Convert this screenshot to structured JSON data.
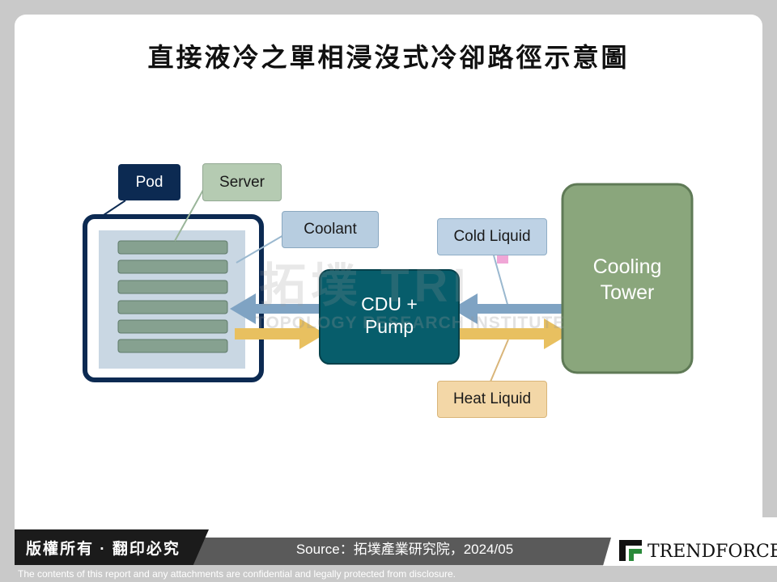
{
  "title": "直接液冷之單相浸沒式冷卻路徑示意圖",
  "diagram": {
    "pod": "Pod",
    "server": "Server",
    "coolant": "Coolant",
    "cdu_line1": "CDU +",
    "cdu_line2": "Pump",
    "tower_line1": "Cooling",
    "tower_line2": "Tower",
    "cold_liquid": "Cold Liquid",
    "heat_liquid": "Heat Liquid"
  },
  "watermark": {
    "main": "拓墣 TRI",
    "sub": "TOPOLOGY RESEARCH INSTITUTE"
  },
  "footer": {
    "copyright": "版權所有 · 翻印必究",
    "source": "Source：拓墣產業研究院，2024/05",
    "brand": "TRENDFORCE",
    "disclaimer": "The contents of this report and any attachments are confidential and legally protected from disclosure."
  },
  "colors": {
    "pod_border": "#0c2a52",
    "cdu": "#075d6b",
    "tower": "#8aa67c",
    "cold_arrow": "#7fa3c3",
    "heat_arrow": "#e8c060"
  }
}
